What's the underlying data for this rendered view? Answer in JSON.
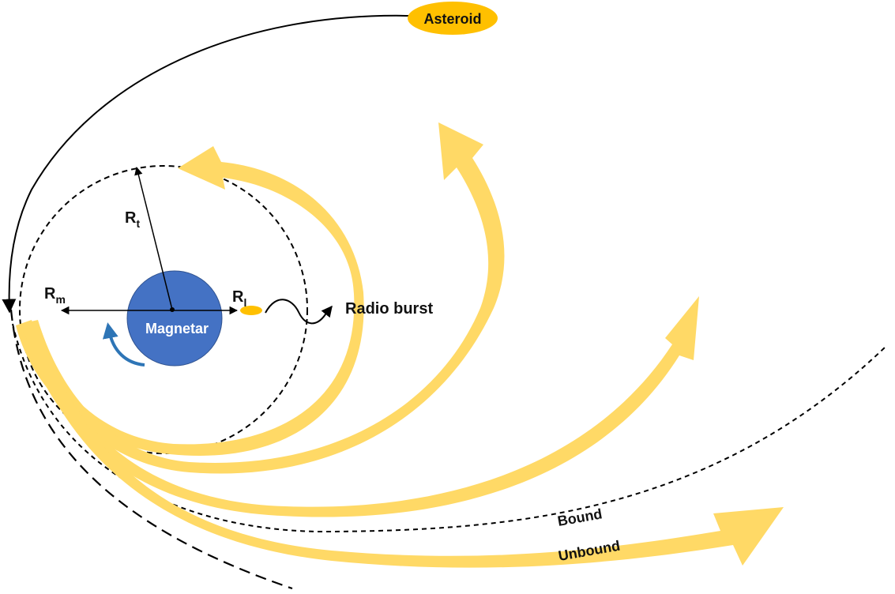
{
  "labels": {
    "asteroid": "Asteroid",
    "magnetar": "Magnetar",
    "radio_burst": "Radio burst",
    "bound": "Bound",
    "unbound": "Unbound",
    "r_t_main": "R",
    "r_t_sub": "t",
    "r_m_main": "R",
    "r_m_sub": "m",
    "r_l_main": "R",
    "r_l_sub": "l"
  },
  "colors": {
    "magnetar_fill": "#4472c4",
    "asteroid_fill": "#ffc000",
    "stream_fill": "#ffd966",
    "rotation_arrow": "#2e75b6",
    "lines": "#000000"
  }
}
